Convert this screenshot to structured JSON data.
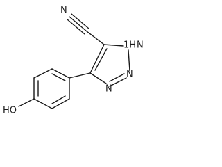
{
  "molecule": {
    "atoms": {
      "nitrile_n": "N",
      "ring_nh": "1H",
      "ring_n2": "N",
      "ring_n3": "N",
      "hydroxyl": "HO"
    }
  },
  "colors": {
    "bond": "#1a1a1a",
    "background": "#ffffff"
  }
}
